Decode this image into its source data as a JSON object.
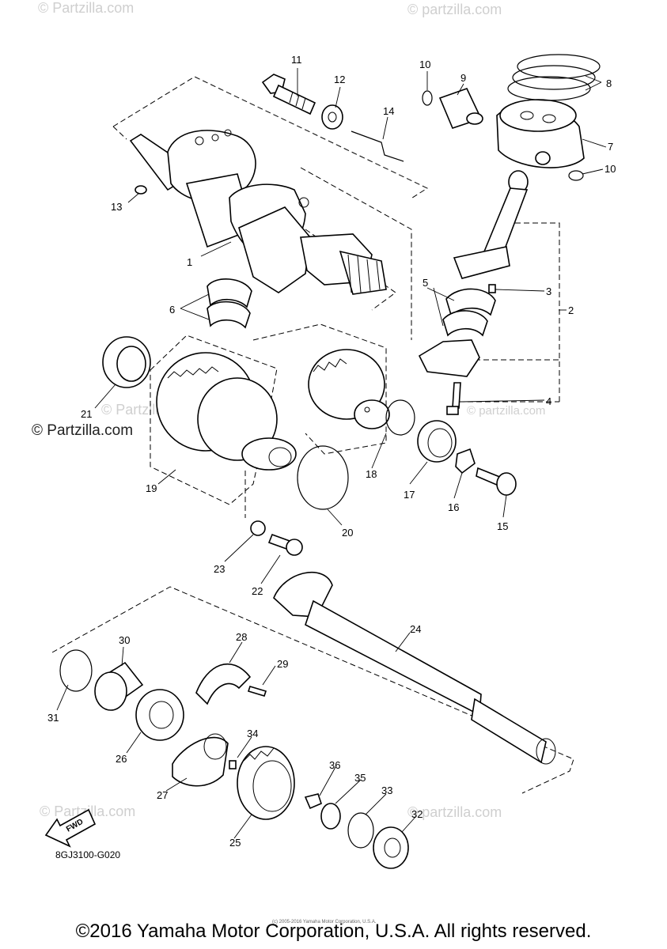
{
  "watermarks": {
    "top_left": "© Partzilla.com",
    "top_right": "© partzilla.com",
    "mid_left": "© Partzilla.com",
    "mid_right": "© Partzilla.com",
    "right_small": "© partzilla.com",
    "bottom_left": "© Partzilla.com",
    "bottom_right": "© partzilla.com"
  },
  "callouts": [
    "1",
    "2",
    "3",
    "4",
    "5",
    "6",
    "7",
    "8",
    "9",
    "10",
    "10",
    "11",
    "12",
    "13",
    "14",
    "15",
    "16",
    "17",
    "18",
    "19",
    "20",
    "21",
    "22",
    "23",
    "24",
    "25",
    "26",
    "27",
    "28",
    "29",
    "30",
    "31",
    "32",
    "33",
    "34",
    "35",
    "36"
  ],
  "fwd_label": "FWD",
  "diagram_code": "8GJ3100-G020",
  "tiny_credit": "(c) 2005-2016 Yamaha Motor Corporation, U.S.A.",
  "copyright": "©2016 Yamaha Motor Corporation, U.S.A. All rights reserved.",
  "colors": {
    "ink": "#000000",
    "watermark": "#cfcfcf",
    "background": "#ffffff"
  }
}
